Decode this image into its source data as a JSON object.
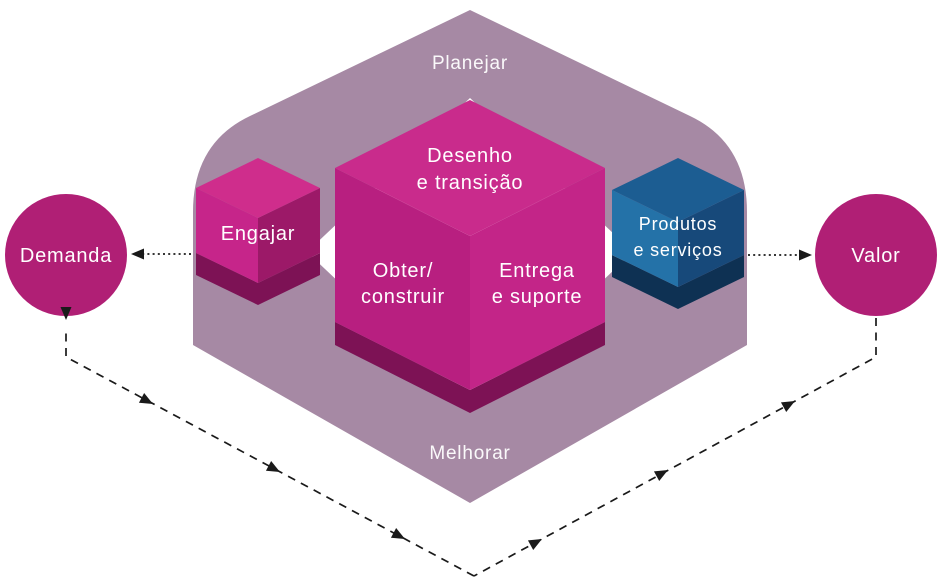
{
  "diagram": {
    "type": "itil-service-value-chain",
    "outer_band": {
      "label_top": "Planejar",
      "label_bottom": "Melhorar",
      "color": "#a689a4"
    },
    "demand_circle": {
      "label": "Demanda",
      "color": "#b01f75"
    },
    "value_circle": {
      "label": "Valor",
      "color": "#b01f75"
    },
    "engage_cube": {
      "label": "Engajar",
      "color_top": "#cf2d8c",
      "color_left": "#c6258a",
      "color_right": "#9c1968",
      "color_shadow": "#7d1255"
    },
    "core_cube": {
      "top_face_label": [
        "Desenho",
        "e transição"
      ],
      "left_face_label": [
        "Obter/",
        "construir"
      ],
      "right_face_label": [
        "Entrega",
        "e suporte"
      ],
      "color_top": "#c92b8c",
      "color_left": "#b81f80",
      "color_right": "#c32588",
      "color_shadow": "#7d1255"
    },
    "products_cube": {
      "label": [
        "Produtos",
        "e serviços"
      ],
      "color_top": "#1c5d92",
      "color_left": "#2472a8",
      "color_right": "#17497a",
      "color_shadow": "#0e3153"
    },
    "arrows": {
      "color": "#1a1a1a"
    }
  }
}
